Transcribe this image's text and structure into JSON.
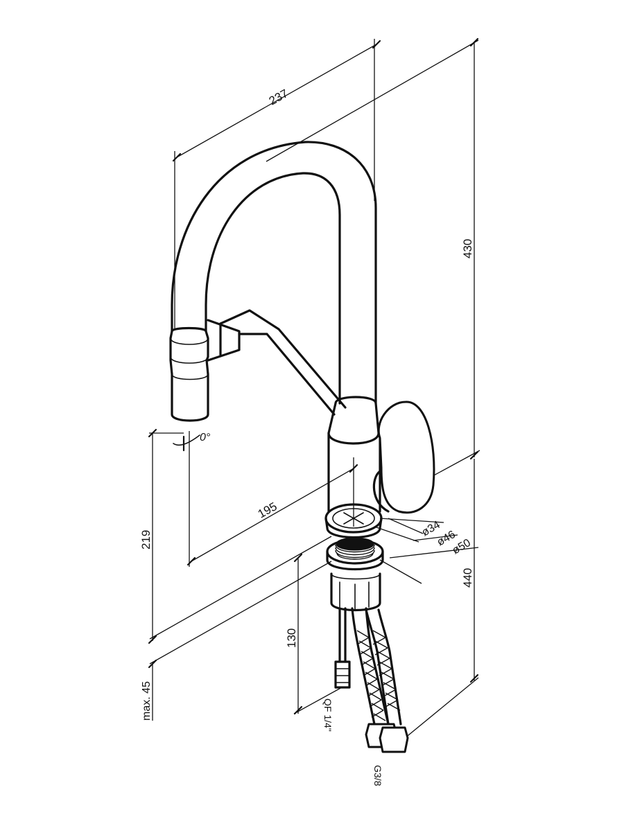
{
  "dimensions": {
    "top_width": "237",
    "total_height": "430",
    "spout_reach": "195",
    "spout_clearance": "219",
    "max_deck_thickness": "max. 45",
    "shank_length": "130",
    "hose_length": "440",
    "dia_34": "ø34",
    "dia_46": "ø46",
    "dia_50": "ø50",
    "spout_angle": "0°"
  },
  "connections": {
    "quick_fit": "QF 1/4\"",
    "supply_thread": "G3/8"
  },
  "colors": {
    "line": "#111111",
    "background": "#ffffff"
  }
}
